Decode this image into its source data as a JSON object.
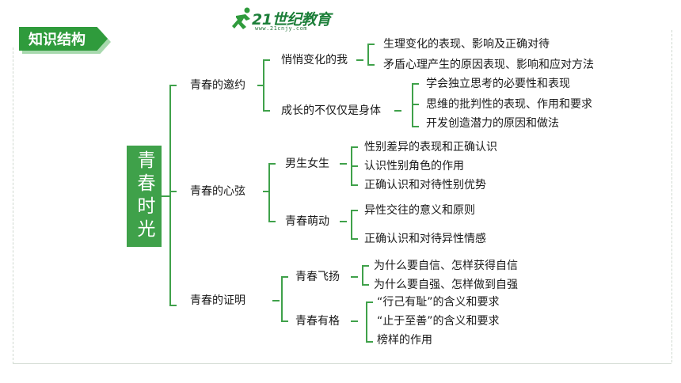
{
  "header": {
    "tag_label": "知识结构"
  },
  "logo": {
    "brand": "21世纪教育",
    "url": "www.21cnjy.com"
  },
  "root": {
    "label": "青春时光"
  },
  "branches": [
    {
      "label": "青春的邀约",
      "children": [
        {
          "label": "悄悄变化的我",
          "items": [
            "生理变化的表现、影响及正确对待",
            "矛盾心理产生的原因表现、影响和应对方法"
          ]
        },
        {
          "label": "成长的不仅仅是身体",
          "items": [
            "学会独立思考的必要性和表现",
            "思维的批判性的表现、作用和要求",
            "开发创造潜力的原因和做法"
          ]
        }
      ]
    },
    {
      "label": "青春的心弦",
      "children": [
        {
          "label": "男生女生",
          "items": [
            "性别差异的表现和正确认识",
            "认识性别角色的作用",
            "正确认识和对待性别优势"
          ]
        },
        {
          "label": "青春萌动",
          "items": [
            "异性交往的意义和原则",
            "正确认识和对待异性情感"
          ]
        }
      ]
    },
    {
      "label": "青春的证明",
      "children": [
        {
          "label": "青春飞扬",
          "items": [
            "为什么要自信、怎样获得自信",
            "为什么要自强、怎样做到自强"
          ]
        },
        {
          "label": "青春有格",
          "items": [
            "“行己有耻”的含义和要求",
            "“止于至善”的含义和要求",
            "榜样的作用"
          ]
        }
      ]
    }
  ]
}
